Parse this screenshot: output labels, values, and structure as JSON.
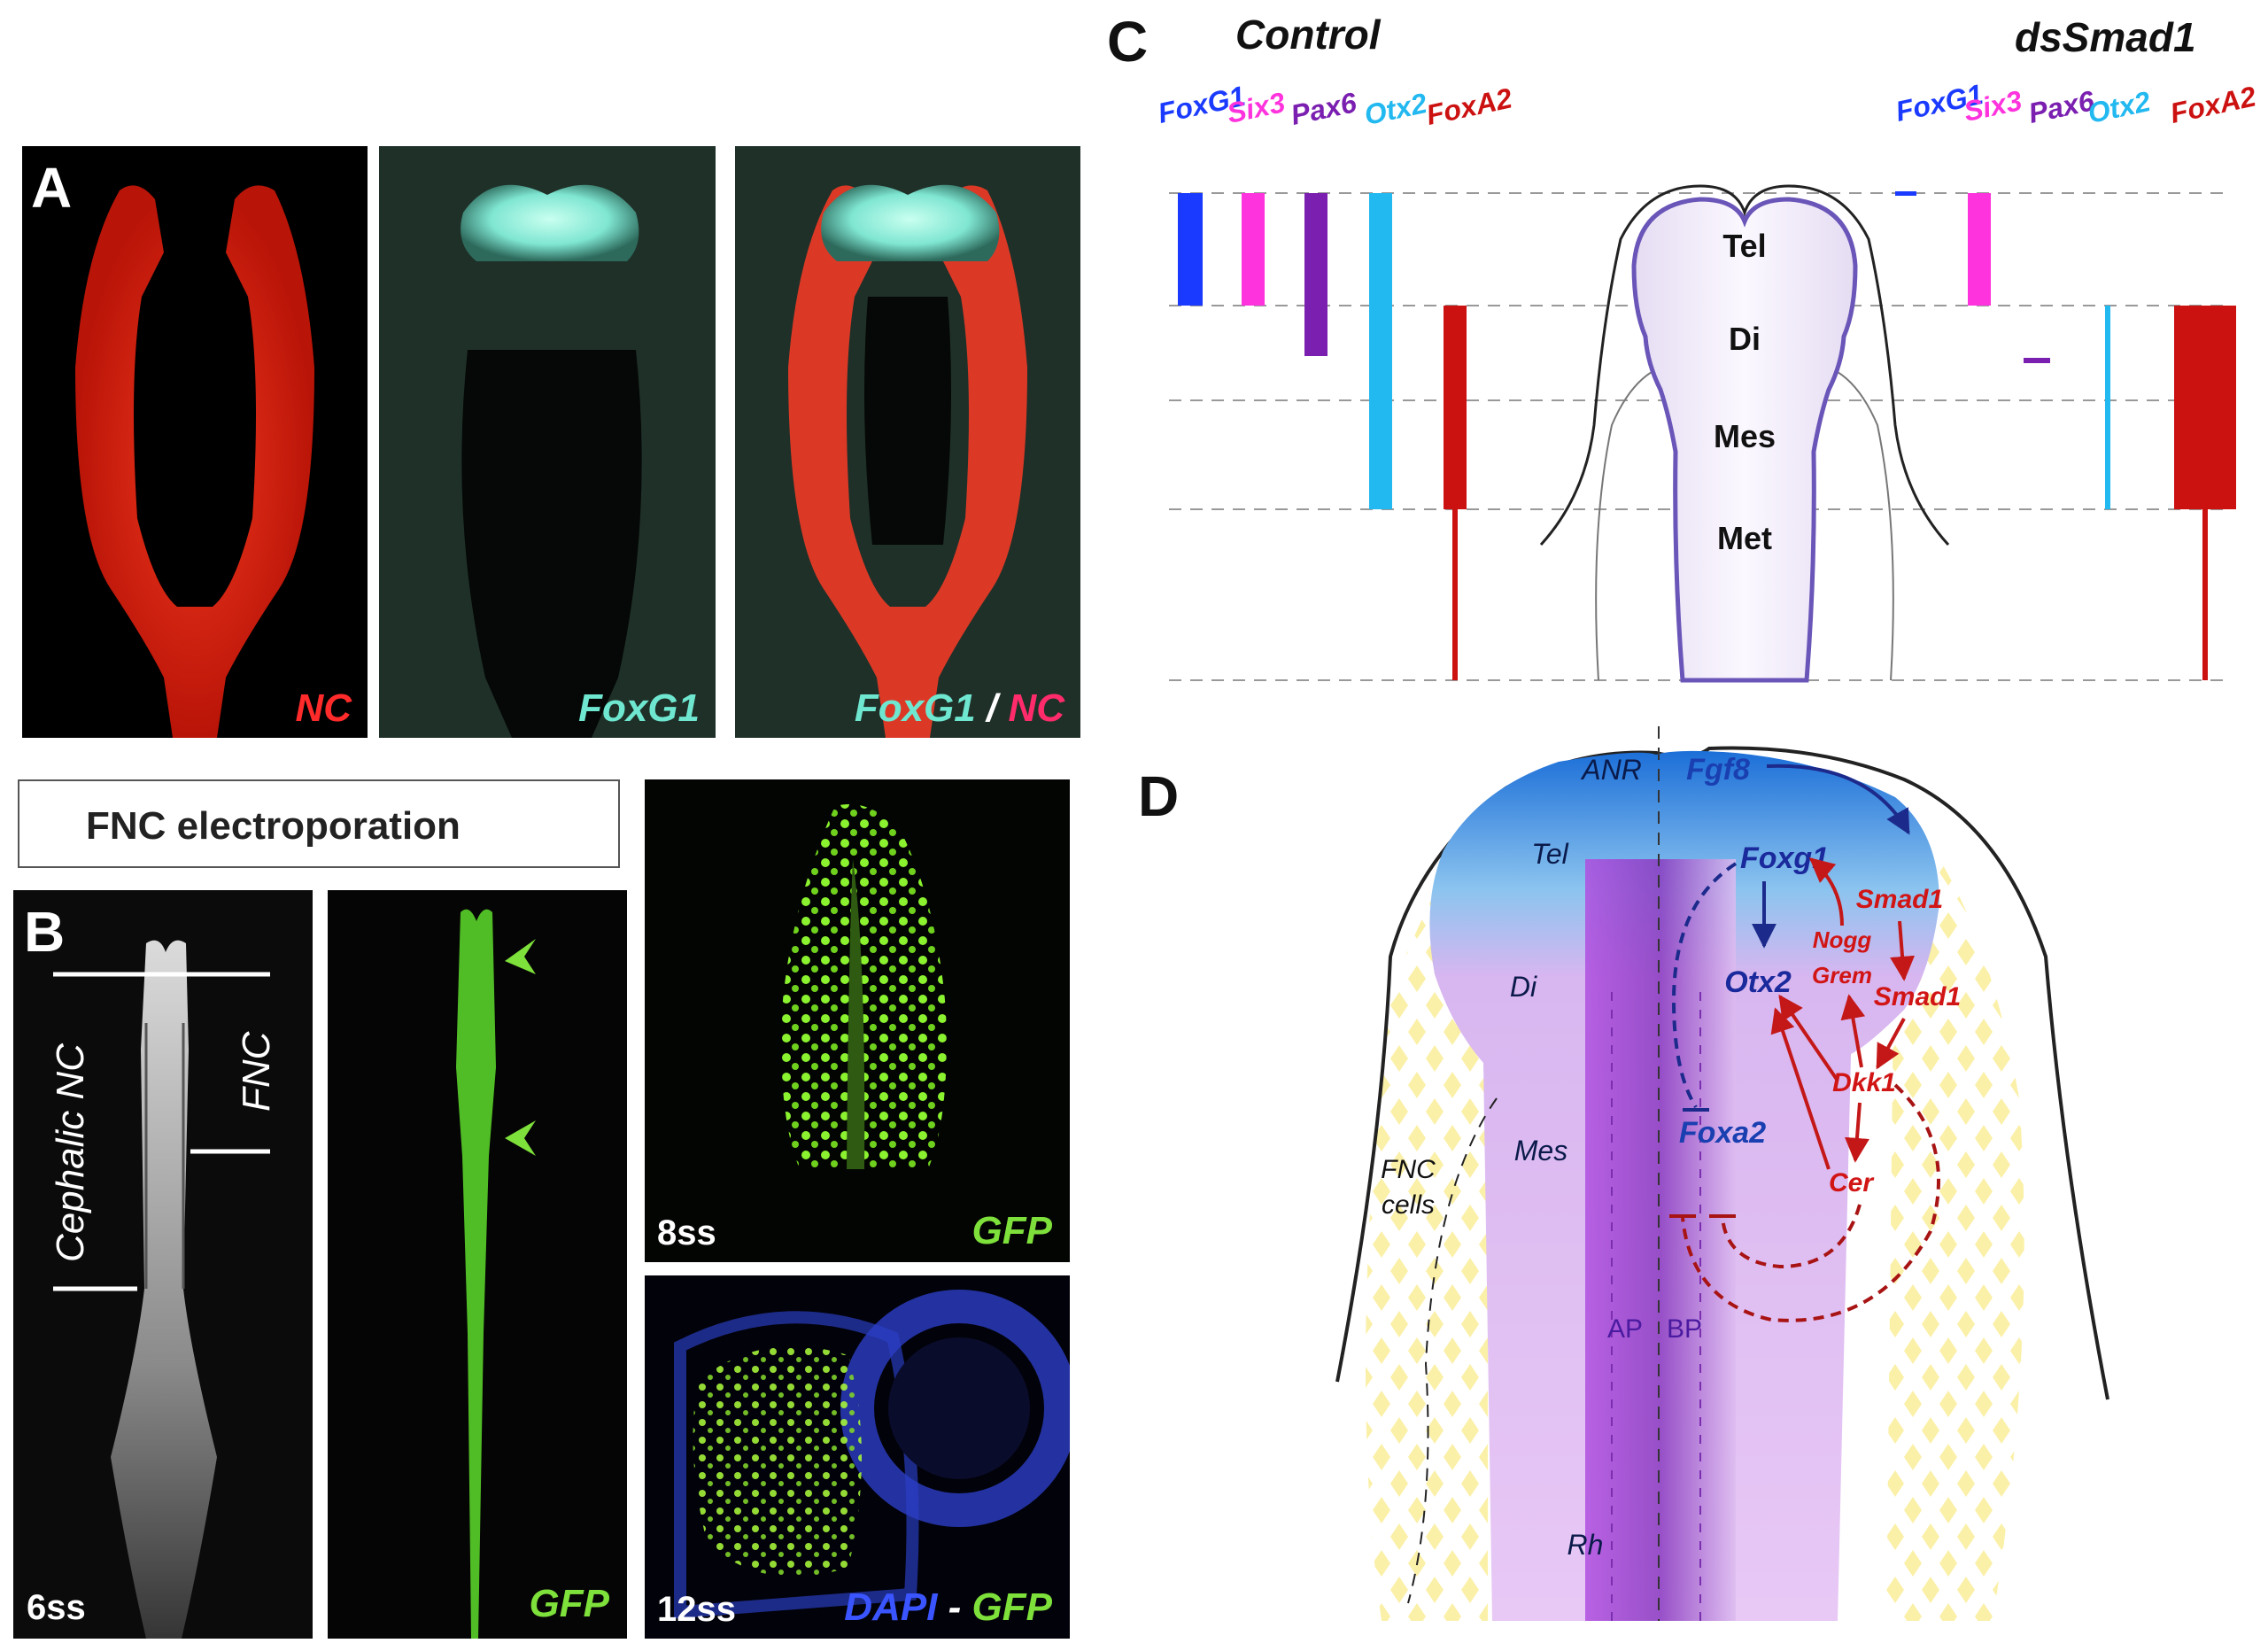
{
  "panel_labels": {
    "a": "A",
    "b": "B",
    "c": "C",
    "d": "D"
  },
  "panel_a": {
    "captions": [
      "NC",
      "FoxG1",
      "FoxG1",
      "/",
      "NC"
    ]
  },
  "panel_b": {
    "box_title": "FNC electroporation",
    "label_cephalic": "Cephalic NC",
    "label_fnc": "FNC",
    "stage_6": "6ss",
    "caption_gfp": "GFP",
    "stage_8": "8ss",
    "caption_gfp_8": "GFP",
    "stage_12": "12ss",
    "caption_dapi": "DAPI",
    "caption_dash": "-",
    "caption_gfp_12": "GFP"
  },
  "panel_c": {
    "control_title": "Control",
    "smad_title": "dsSmad1",
    "genes": [
      {
        "name": "FoxG1",
        "color": "#1a3bff"
      },
      {
        "name": "Six3",
        "color": "#ff33dd"
      },
      {
        "name": "Pax6",
        "color": "#7a1fb0"
      },
      {
        "name": "Otx2",
        "color": "#22b8f0"
      },
      {
        "name": "FoxA2",
        "color": "#cc1111"
      }
    ],
    "regions": [
      "Tel",
      "Di",
      "Mes",
      "Met"
    ]
  },
  "panel_d": {
    "regions": [
      "ANR",
      "Tel",
      "Di",
      "Mes",
      "Rh"
    ],
    "ap": "AP",
    "bp": "BP",
    "fnc_cells_1": "FNC",
    "fnc_cells_2": "cells",
    "genes_blue": [
      "Fgf8",
      "Foxg1",
      "Otx2",
      "Foxa2"
    ],
    "genes_red": [
      "Smad1",
      "Nogg",
      "Grem",
      "Smad1",
      "Dkk1",
      "Cer"
    ]
  }
}
